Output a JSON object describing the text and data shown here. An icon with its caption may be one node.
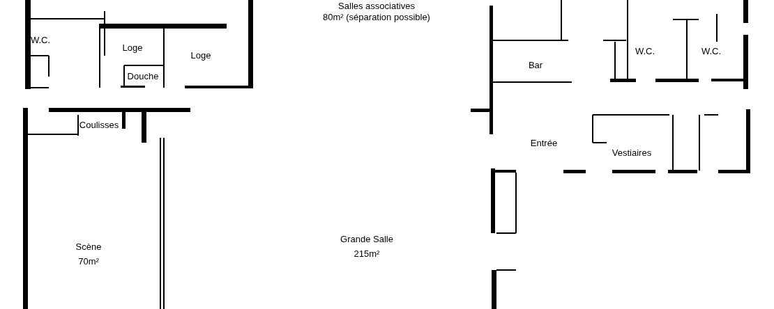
{
  "diagram": {
    "labels": [
      "W.C.",
      "Loge",
      "Loge",
      "Douche",
      "Coulisses",
      "Scène",
      "70m²",
      "Salles associatives",
      "80m² (séparation possible)",
      "Grande Salle",
      "215m²",
      "Bar",
      "W.C.",
      "W.C.",
      "Entrée",
      "Vestiaires"
    ]
  }
}
